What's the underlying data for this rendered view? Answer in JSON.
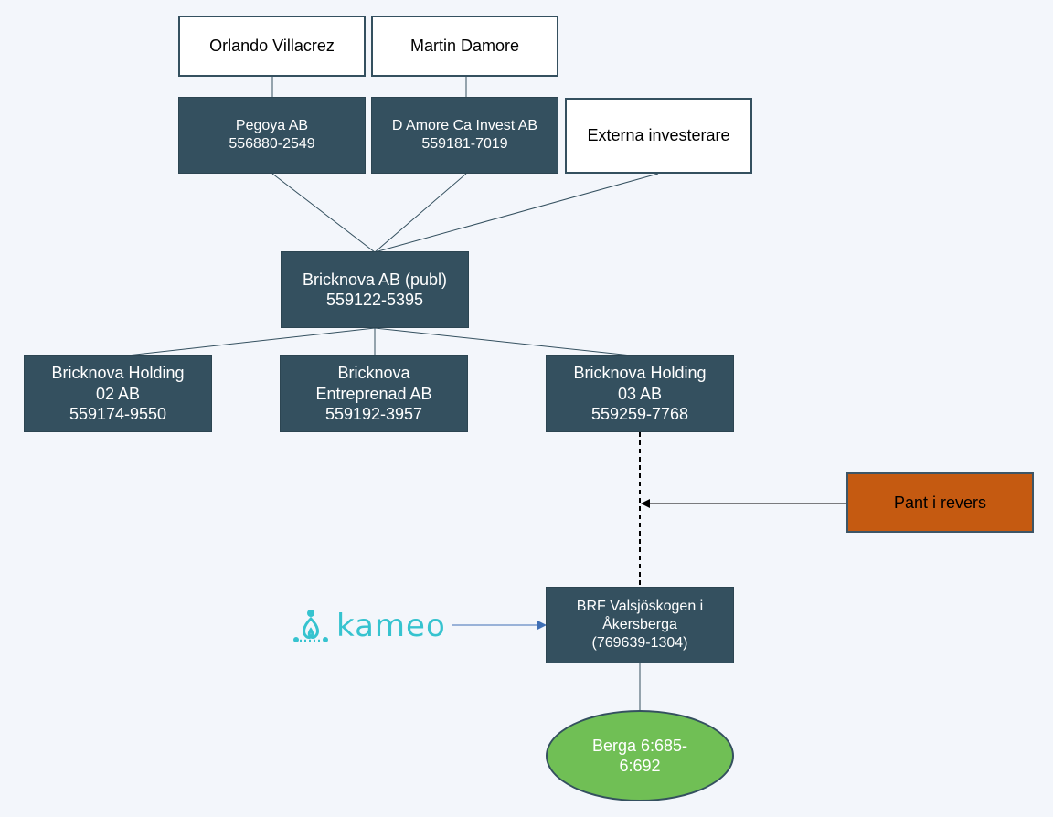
{
  "persons": {
    "orlando": "Orlando Villacrez",
    "martin": "Martin Damore"
  },
  "companies": {
    "pegoya": [
      "Pegoya AB",
      "556880-2549"
    ],
    "damore": [
      "D Amore Ca Invest AB",
      "559181-7019"
    ],
    "externa": "Externa investerare",
    "bricknova": [
      "Bricknova AB (publ)",
      "559122-5395"
    ],
    "holding02": [
      "Bricknova Holding",
      "02 AB",
      "559174-9550"
    ],
    "entreprenad": [
      "Bricknova",
      "Entreprenad AB",
      "559192-3957"
    ],
    "holding03": [
      "Bricknova Holding",
      "03 AB",
      "559259-7768"
    ],
    "brf": [
      "BRF Valsjöskogen i",
      "Åkersberga",
      "(769639-1304)"
    ]
  },
  "pant": "Pant i revers",
  "property": [
    "Berga 6:685-",
    "6:692"
  ],
  "logo": {
    "text": "kameo",
    "icon": "kameo-logo-icon",
    "color": "#36c3cf"
  },
  "colors": {
    "dark_box": "#34505f",
    "orange_box": "#c55a11",
    "ellipse": "#70bf55"
  }
}
